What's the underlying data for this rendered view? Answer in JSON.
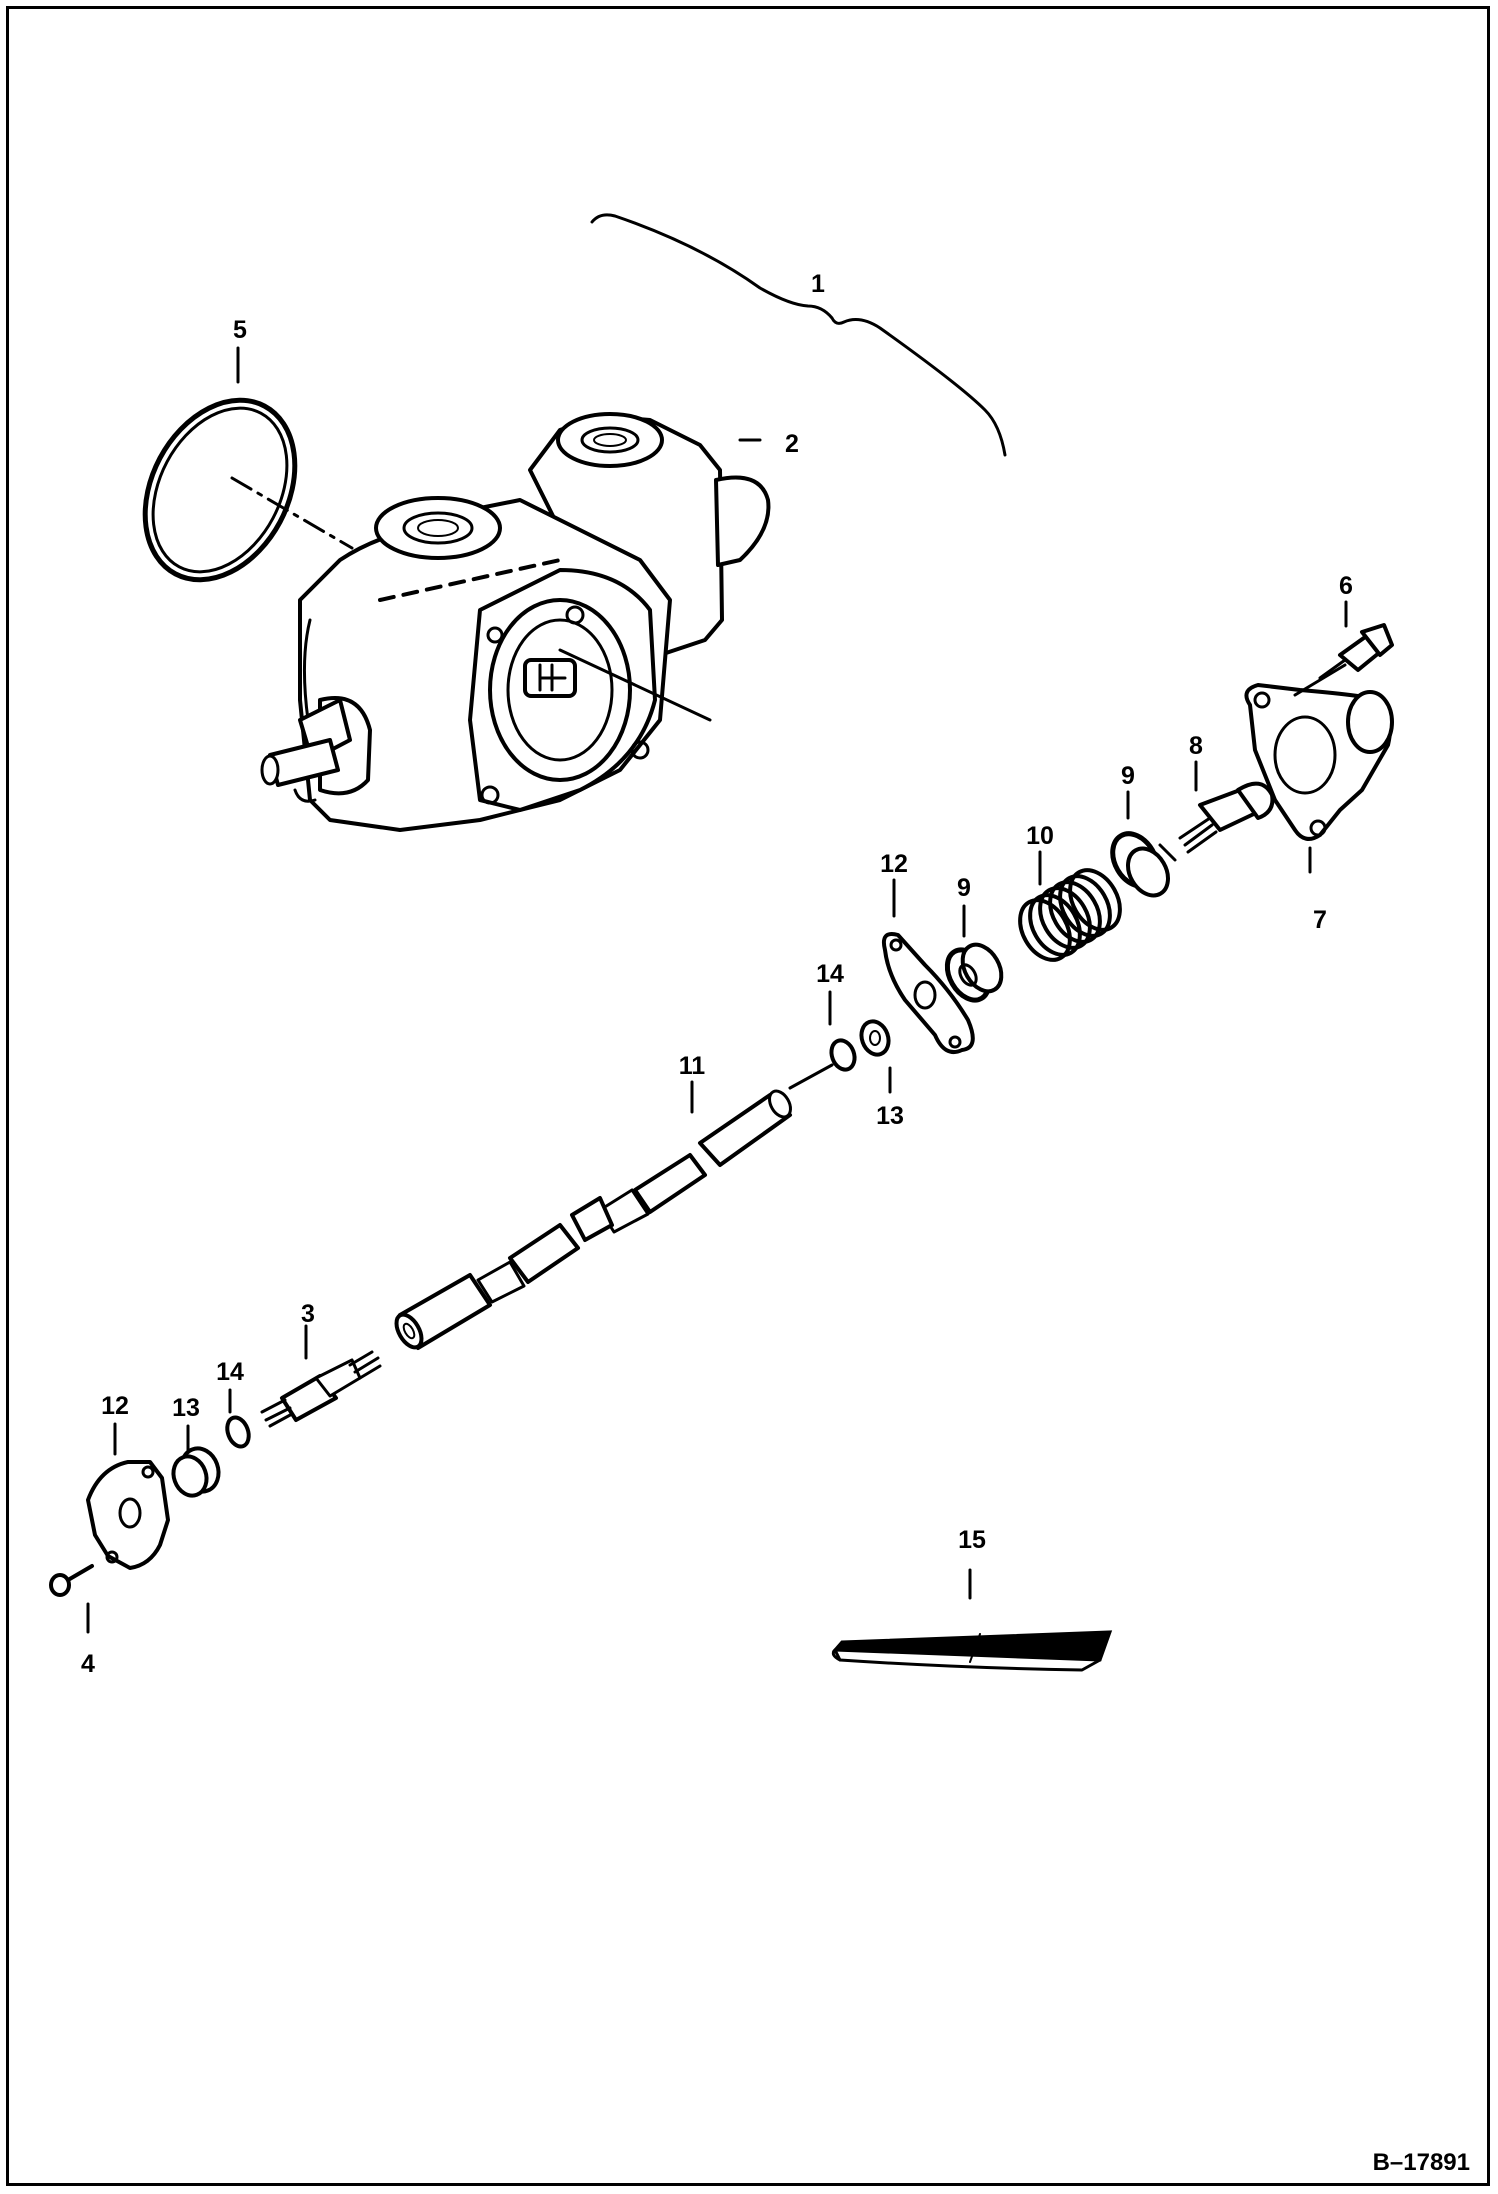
{
  "diagram": {
    "figure_ref": "B–17891",
    "callouts": [
      {
        "id": "c1",
        "label": "1"
      },
      {
        "id": "c2",
        "label": "2"
      },
      {
        "id": "c3",
        "label": "3"
      },
      {
        "id": "c4",
        "label": "4"
      },
      {
        "id": "c5",
        "label": "5"
      },
      {
        "id": "c6",
        "label": "6"
      },
      {
        "id": "c7",
        "label": "7"
      },
      {
        "id": "c8",
        "label": "8"
      },
      {
        "id": "c9a",
        "label": "9"
      },
      {
        "id": "c9b",
        "label": "9"
      },
      {
        "id": "c10",
        "label": "10"
      },
      {
        "id": "c11",
        "label": "11"
      },
      {
        "id": "c12a",
        "label": "12"
      },
      {
        "id": "c12b",
        "label": "12"
      },
      {
        "id": "c13a",
        "label": "13"
      },
      {
        "id": "c13b",
        "label": "13"
      },
      {
        "id": "c14a",
        "label": "14"
      },
      {
        "id": "c14b",
        "label": "14"
      },
      {
        "id": "c15",
        "label": "15"
      }
    ]
  }
}
